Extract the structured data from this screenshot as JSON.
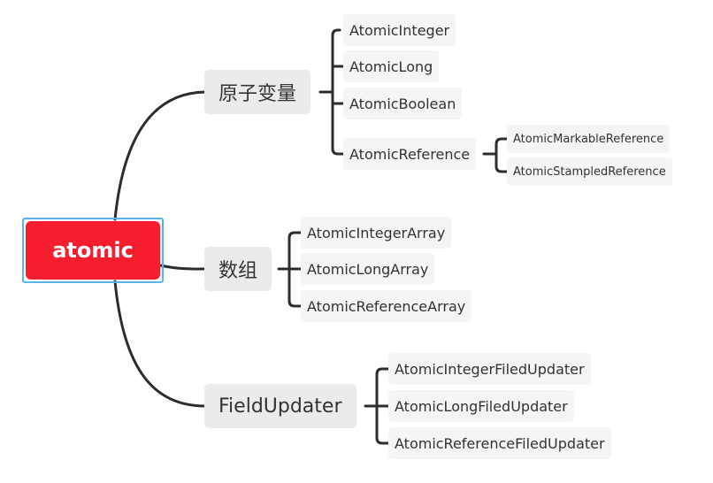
{
  "root": {
    "label": "atomic"
  },
  "branches": [
    {
      "label": "原子变量",
      "children": [
        {
          "label": "AtomicInteger"
        },
        {
          "label": "AtomicLong"
        },
        {
          "label": "AtomicBoolean"
        },
        {
          "label": "AtomicReference",
          "children": [
            {
              "label": "AtomicMarkableReference"
            },
            {
              "label": "AtomicStampledReference"
            }
          ]
        }
      ]
    },
    {
      "label": "数组",
      "children": [
        {
          "label": "AtomicIntegerArray"
        },
        {
          "label": "AtomicLongArray"
        },
        {
          "label": "AtomicReferenceArray"
        }
      ]
    },
    {
      "label": "FieldUpdater",
      "children": [
        {
          "label": "AtomicIntegerFiledUpdater"
        },
        {
          "label": "AtomicLongFiledUpdater"
        },
        {
          "label": "AtomicReferenceFiledUpdater"
        }
      ]
    }
  ],
  "colors": {
    "root_fill": "#f51d2e",
    "selection_border": "#5ab4ea",
    "connector": "#2d2d2d",
    "main_topic_fill": "#ebebeb",
    "subtopic_fill": "#f5f5f5"
  }
}
